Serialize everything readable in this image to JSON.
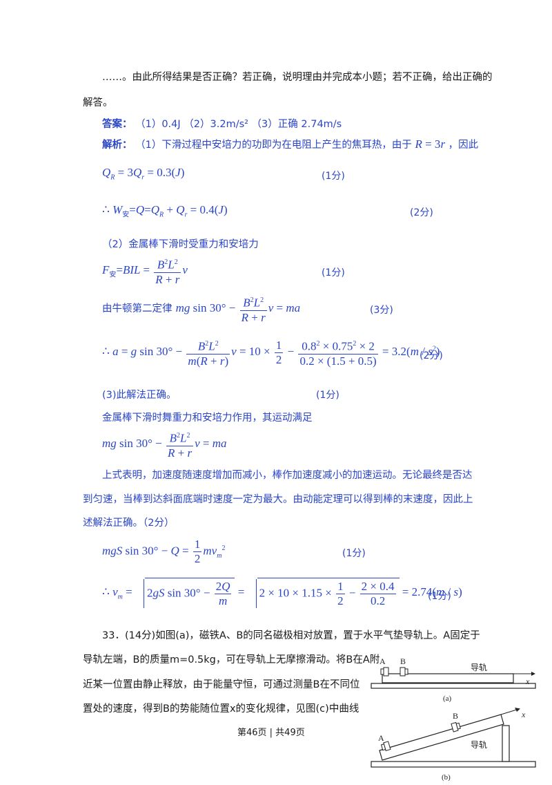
{
  "intro": {
    "line1": "……。由此所得结果是否正确？若正确，说明理由并完成本小题；若不正确，给出正确的",
    "line2": "解答。"
  },
  "answer": {
    "label": "答案：",
    "text": "（1）0.4J （2）3.2m/s² （3）正确 2.74m/s"
  },
  "analysis": {
    "label": "解析：",
    "text": "（1）下滑过程中安培力的功即为在电阻上产生的焦耳热，由于",
    "text_end": "，因此"
  },
  "scores": {
    "s1": "(1分)",
    "s2": "(2分)",
    "s3": "(1分)",
    "s4": "(3分)",
    "s5": "(2分)",
    "s6": "(1分)",
    "s7": "(1分)",
    "s8": "(1分)"
  },
  "part2": {
    "title": "（2）金属棒下滑时受重力和安培力",
    "newton": "由牛顿第二定律"
  },
  "part3": {
    "correct": "(3)此解法正确。",
    "desc": "金属棒下滑时舞重力和安培力作用，其运动满足",
    "para1": "上式表明，加速度随速度增加而减小，棒作加速度减小的加速运动。无论最终是否达",
    "para2": "到匀速，当棒到达斜面底端时速度一定为最大。由动能定理可以得到棒的末速度，因此上",
    "para3": "述解法正确。（2分）"
  },
  "q33": {
    "line1": "33．(14分)如图(a)，磁铁A、B的同名磁极相对放置，置于水平气垫导轨上。A固定于",
    "line2": "导轨左端，B的质量m=0.5kg，可在导轨上无摩擦滑动。将B在A附",
    "line3": "近某一位置由静止释放，由于能量守恒，可通过测量B在不同位",
    "line4": "置处的速度，得到B的势能随位置x的变化规律，见图(c)中曲线"
  },
  "figure_a": {
    "label_a": "A",
    "label_b": "B",
    "rail": "导轨",
    "axis": "x",
    "caption": "(a)"
  },
  "figure_b": {
    "label_a": "A",
    "label_b": "B",
    "rail": "导轨",
    "axis": "x",
    "caption": "(b)"
  },
  "footer": {
    "page": "第46页 | 共49页"
  }
}
